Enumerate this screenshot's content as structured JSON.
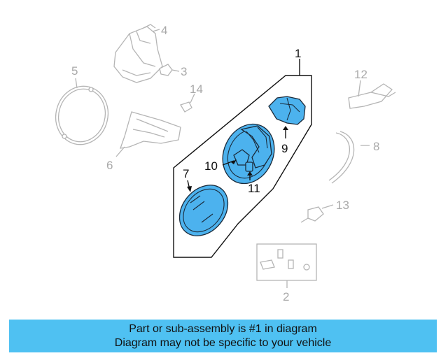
{
  "callouts": {
    "c1": "1",
    "c2": "2",
    "c3": "3",
    "c4": "4",
    "c5": "5",
    "c6": "6",
    "c7": "7",
    "c8": "8",
    "c9": "9",
    "c10": "10",
    "c11": "11",
    "c12": "12",
    "c13": "13",
    "c14": "14"
  },
  "banner": {
    "line1": "Part or sub-assembly is #1 in diagram",
    "line2": "Diagram may not be specific to your vehicle"
  },
  "colors": {
    "highlight": "#4cb2ee",
    "banner": "#4fc1f2",
    "ghost": "#b5b5b5"
  }
}
